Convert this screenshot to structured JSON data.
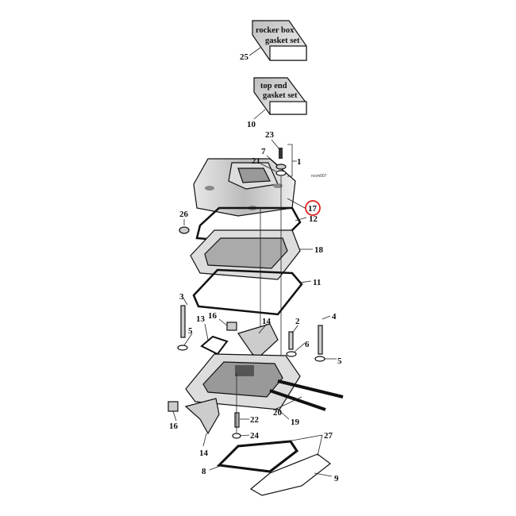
{
  "diagram": {
    "drawing_code": "rocm007",
    "highlight_color": "#e02020",
    "kits": [
      {
        "number": "25",
        "line1": "rocker box",
        "line2": "gasket set"
      },
      {
        "number": "10",
        "line1": "top end",
        "line2": "gasket set"
      }
    ],
    "callouts": [
      "23",
      "7",
      "21",
      "1",
      "17",
      "12",
      "26",
      "18",
      "11",
      "3",
      "4",
      "16",
      "13",
      "14",
      "2",
      "5",
      "6",
      "5",
      "22",
      "19",
      "20",
      "16",
      "24",
      "14",
      "27",
      "8",
      "9"
    ],
    "highlighted_callout": "17"
  }
}
